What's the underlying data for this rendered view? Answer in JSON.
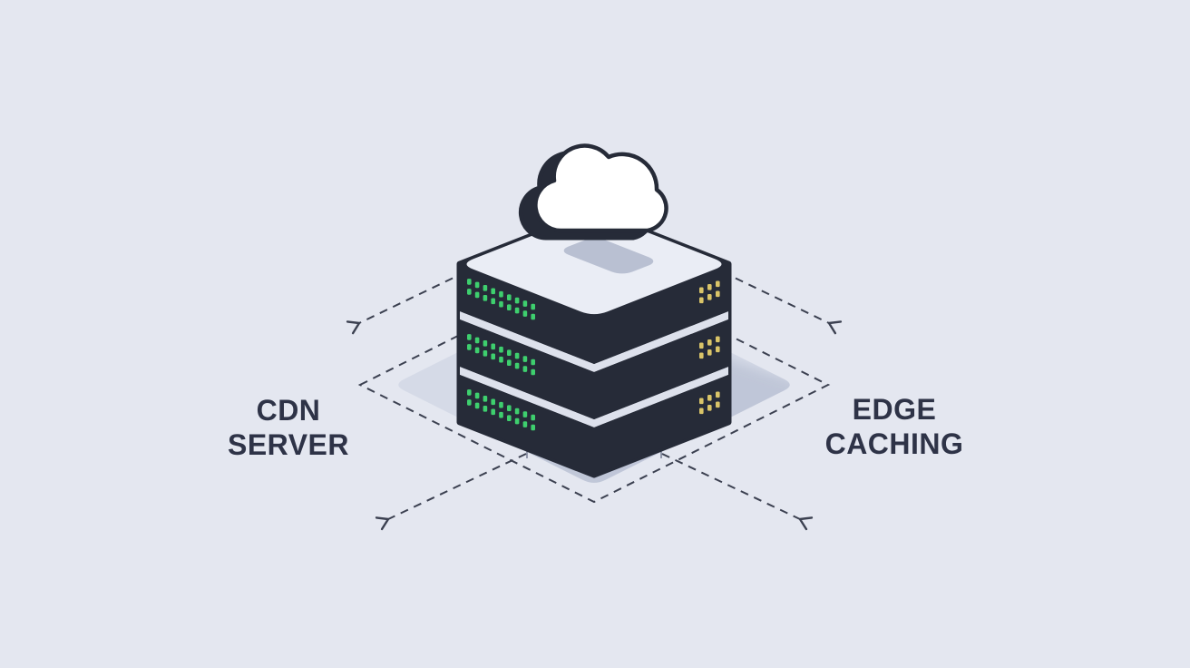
{
  "labels": {
    "left": {
      "line1": "CDN",
      "line2": "SERVER"
    },
    "right": {
      "line1": "EDGE",
      "line2": "CACHING"
    }
  },
  "colors": {
    "background": "#e4e7f0",
    "text": "#2e3347",
    "server_body": "#262b38",
    "server_top": "#eaedf5",
    "server_rim": "#dde1ec",
    "vent": "#b9c0d2",
    "platform": "#d5dae7",
    "shadow": "#bdc4d6",
    "tick": "#7d859a",
    "dash": "#3b4050",
    "led_green": "#3ecf6e",
    "led_yellow": "#d9c468",
    "cloud_fill": "#ffffff",
    "cloud_outline": "#262b38"
  },
  "illustration": {
    "server_units": 3,
    "leds": {
      "green": {
        "columns": 9,
        "rows": 2
      },
      "yellow": {
        "columns": 3,
        "rows": 2
      }
    },
    "icons": {
      "cloud": "cloud-icon",
      "server": "server-stack-icon",
      "arrows": "distribution-arrow-icon"
    }
  }
}
